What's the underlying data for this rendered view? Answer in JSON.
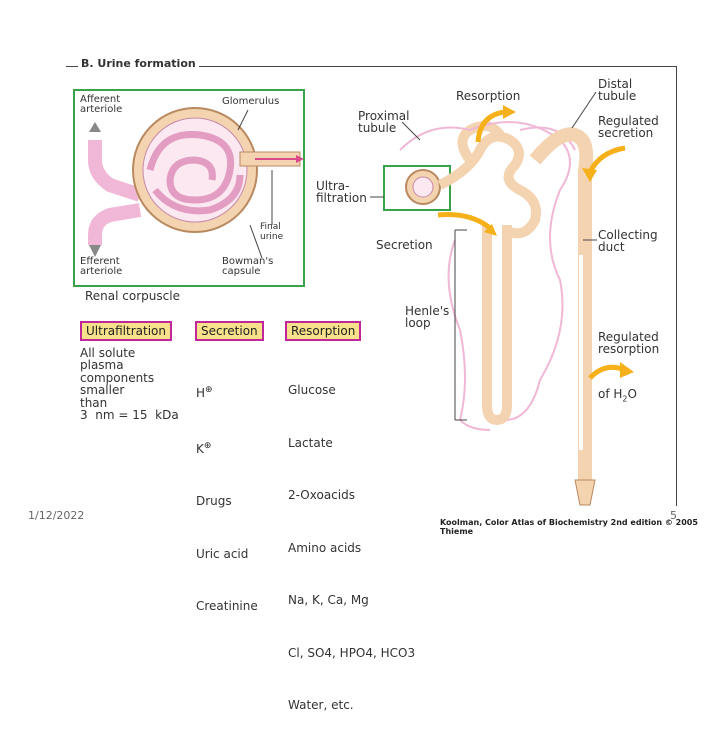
{
  "figure": {
    "section_title": "B. Urine formation",
    "renal_corpuscle": {
      "caption": "Renal corpuscle",
      "afferent": "Afferent arteriole",
      "efferent": "Efferent arteriole",
      "glomerulus": "Glomerulus",
      "final_urine": "Final urine",
      "bowman": "Bowman's capsule"
    },
    "nephron_labels": {
      "resorption": "Resorption",
      "proximal": "Proximal tubule",
      "ultrafiltration": "Ultra-filtration",
      "secretion": "Secretion",
      "henle": "Henle's loop",
      "distal": "Distal tubule",
      "regulated_secretion": "Regulated secretion",
      "collecting": "Collecting duct",
      "regulated_resorption": "Regulated resorption",
      "of_h2o": "of H",
      "of_h2o_sub": "2",
      "of_h2o_end": "O"
    },
    "legend": {
      "ultrafiltration": {
        "label": "Ultrafiltration",
        "text": "All solute\nplasma\ncomponents\nsmaller\nthan\n3  nm = 15  kDa"
      },
      "secretion": {
        "label": "Secretion",
        "items": [
          "H",
          "K",
          "Drugs",
          "Uric acid",
          "Creatinine"
        ]
      },
      "resorption": {
        "label": "Resorption",
        "items": [
          "Glucose",
          "Lactate",
          "2-Oxoacids",
          "Amino acids"
        ],
        "ions_line1": "Na, K, Ca, Mg",
        "ions_line2": "Cl, SO4, HPO4, HCO3",
        "water": "Water, etc."
      }
    }
  },
  "footer": {
    "date": "1/12/2022",
    "page": "5",
    "credit": "Koolman, Color Atlas of Biochemistry 2nd edition © 2005 Thieme"
  },
  "colors": {
    "panel_border": "#3aa34a",
    "pill_border": "#c1279a",
    "pill_fill": "#f7e18a",
    "arrow_orange": "#f5b01a",
    "vessel_pink": "#f0b7d6",
    "tubule_tan": "#f3d3b0"
  }
}
